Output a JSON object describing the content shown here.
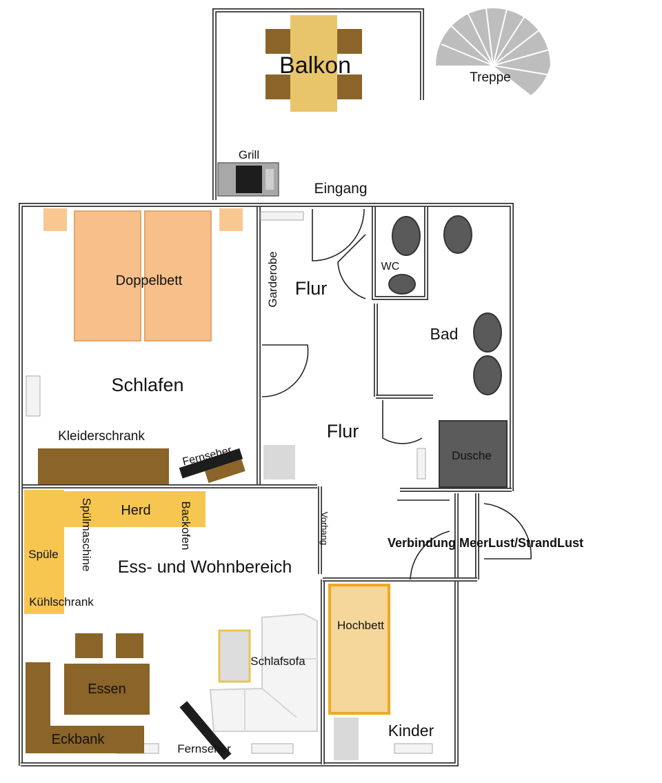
{
  "rooms": {
    "balkon": "Balkon",
    "treppe": "Treppe",
    "grill": "Grill",
    "eingang": "Eingang",
    "doppelbett": "Doppelbett",
    "schlafen": "Schlafen",
    "garderobe": "Garderobe",
    "flur_top": "Flur",
    "flur_main": "Flur",
    "wc": "WC",
    "bad": "Bad",
    "dusche": "Dusche",
    "kleiderschrank": "Kleiderschrank",
    "fernseher_bedroom": "Fernseher",
    "herd": "Herd",
    "spuelmaschine": "Spülmaschine",
    "backofen": "Backofen",
    "spuele": "Spüle",
    "ess_wohn": "Ess- und Wohnbereich",
    "kuehlschrank": "Kühlschrank",
    "vorhang": "Vorhang",
    "verbindung": "Verbindung MeerLust/StrandLust",
    "hochbett": "Hochbett",
    "schlafsofa": "Schlafsofa",
    "essen": "Essen",
    "eckbank": "Eckbank",
    "fernseher_living": "Fernseher",
    "kinder": "Kinder"
  },
  "colors": {
    "wall": "#333333",
    "wood_dark": "#8a6428",
    "wood_light": "#d9b25a",
    "bed_orange": "#f7c08b",
    "kitchen_yellow": "#f7c651",
    "fixture_gray": "#5a5a5a",
    "shower_gray": "#5b5b5b"
  }
}
